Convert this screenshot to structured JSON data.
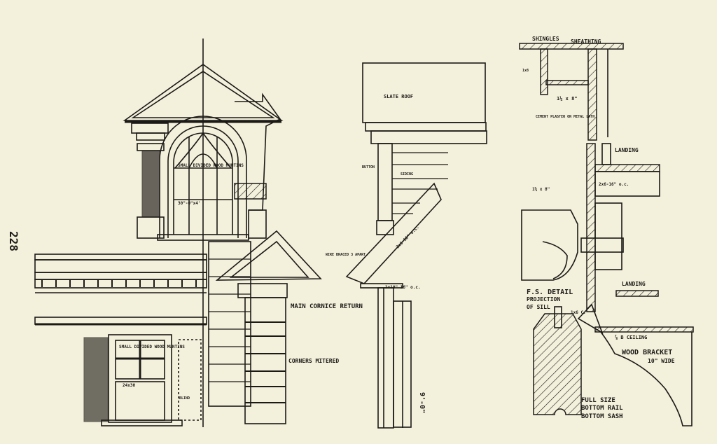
{
  "page": {
    "number": "228",
    "background": "#f3f0dc",
    "ink": "#1c1a16"
  },
  "elevation": {
    "dormer_sash_note": "SMALL DIVIDED WOOD MUNTINS",
    "dormer_sash_size": "30\"-0\"x4'",
    "window_sash_note": "SMALL DIVIDED WOOD MUNTINS",
    "window_sash_size": "24x30",
    "blind_label": "BLIND",
    "cornice_return": "MAIN CORNICE RETURN",
    "corners": "CORNERS MITERED"
  },
  "section": {
    "roof": "SLATE ROOF",
    "button": "BUTTON",
    "siding": "SIDING",
    "rafters": "2x6-16\" o.c.",
    "bracing": "WIRE BRACED 3 APART",
    "joists": "2x10\" 16\" o.c.",
    "height": "9'-0\""
  },
  "detail": {
    "shingles": "SHINGLES",
    "sheathing": "SHEATHING",
    "small_dim": "1x8",
    "board": "1¼ x 8\"",
    "plaster": "CEMENT PLASTER ON METAL LATH",
    "landing_top": "LANDING",
    "landing_joists": "2x6-16\" o.c.",
    "stringer": "1⅝ x 8\"",
    "landing_bottom": "LANDING",
    "sill_title": [
      "F.S. DETAIL",
      "PROJECTION",
      "OF SILL"
    ],
    "fascia": "1x6 C.",
    "ceiling": "⅞ B CEILING",
    "bracket": [
      "WOOD BRACKET",
      "10\" WIDE"
    ],
    "rail": [
      "FULL SIZE",
      "BOTTOM RAIL",
      "BOTTOM SASH"
    ]
  }
}
